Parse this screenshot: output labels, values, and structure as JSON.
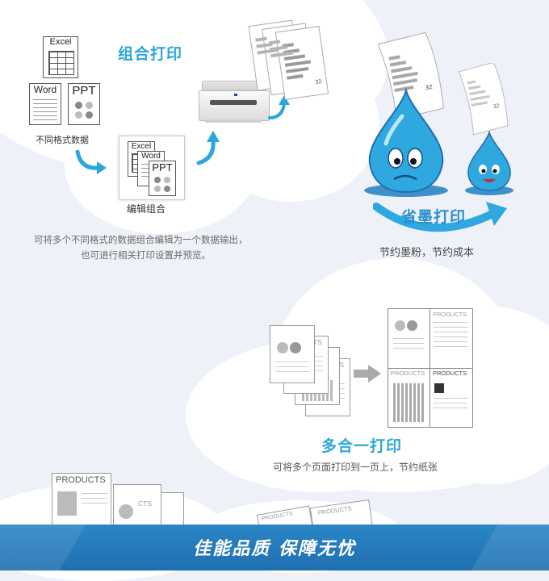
{
  "section_combine": {
    "title": "组合打印",
    "formats_caption": "不同格式数据",
    "edit_caption": "编辑组合",
    "desc_line1": "可将多个不同格式的数据组合编辑为一个数据输出，",
    "desc_line2": "也可进行相关打印设置并预览。"
  },
  "section_ink": {
    "title": "省墨打印",
    "caption": "节约墨粉，节约成本"
  },
  "section_nup": {
    "title": "多合一打印",
    "caption": "可将多个页面打印到一页上，节约纸张"
  },
  "doc_labels": {
    "excel": "Excel",
    "word": "Word",
    "ppt": "PPT",
    "products": "PRODUCTS",
    "cts": "CTS"
  },
  "footer": {
    "slogan": "佳能品质  保障无忧",
    "color": "#2a86c6"
  },
  "colors": {
    "accent": "#2aa7dc",
    "drop_blue": "#2fa8e0",
    "background": "#eef1f7"
  }
}
